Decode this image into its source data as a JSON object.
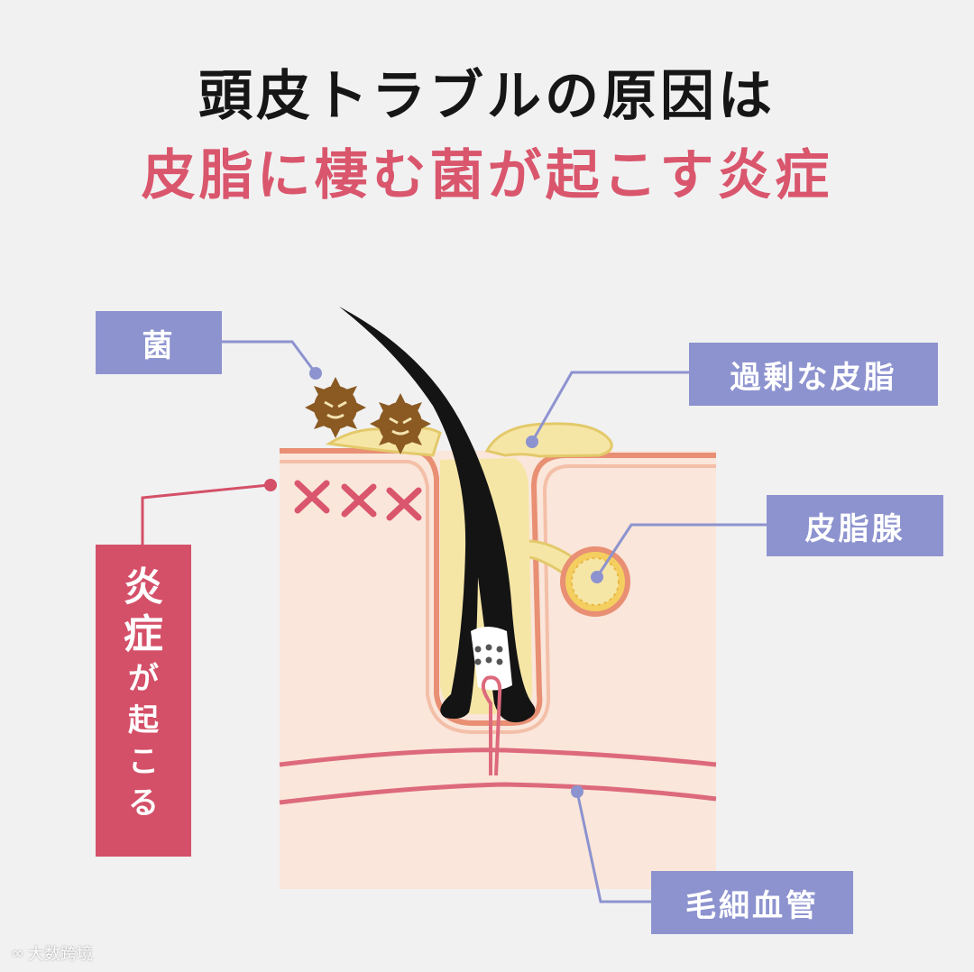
{
  "title": {
    "line1": "頭皮トラブルの原因は",
    "line2": "皮脂に棲む菌が起こす炎症"
  },
  "labels": {
    "bacteria": "菌",
    "excess_sebum": "過剰な皮脂",
    "sebaceous_gland": "皮脂腺",
    "capillary": "毛細血管",
    "inflammation": [
      "炎",
      "症",
      "が",
      "起",
      "こ",
      "る"
    ]
  },
  "watermark": "大数跨境",
  "colors": {
    "title_black": "#161616",
    "title_pink": "#d9566c",
    "label_blue": "#8d93cf",
    "label_red": "#d45068",
    "skin": "#fae6da",
    "skin_edge": "#e88f74",
    "sebum": "#f6e6a6",
    "vessel": "#dd6a7c",
    "bacteria": "#8a5a22"
  }
}
